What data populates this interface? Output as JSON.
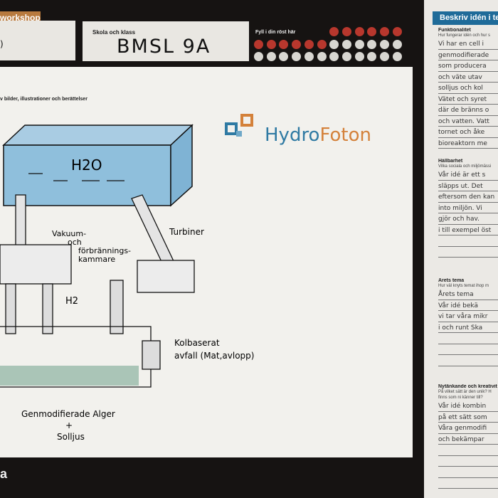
{
  "header": {
    "tag": "workshop",
    "box1_value": ")",
    "school_label": "Skola och klass",
    "school_value": "BMSL  9A",
    "vote_label": "Fyll i din röst här",
    "votes": {
      "rows": [
        [
          null,
          null,
          null,
          null,
          null,
          null,
          1,
          1,
          1,
          1,
          1,
          1
        ],
        [
          1,
          1,
          1,
          1,
          1,
          1,
          0,
          0,
          0,
          0,
          0,
          0
        ],
        [
          0,
          0,
          0,
          0,
          0,
          0,
          0,
          0,
          0,
          0,
          0,
          0
        ]
      ],
      "filled_count": 12,
      "accent": "#b8372d"
    }
  },
  "main": {
    "subtitle": "v bilder, illustrationer och berättelser",
    "logo": {
      "part1": "Hydro",
      "part2": "Foton"
    },
    "drawing": {
      "tank": "H2O",
      "chamber": [
        "Vakuum-",
        "och",
        "förbrännings-",
        "kammare"
      ],
      "turbines": "Turbiner",
      "h2": "H2",
      "waste": [
        "Kolbaserat",
        "avfall (Mat,avlopp)"
      ],
      "algae": [
        "Genmodifierade Alger",
        "+",
        "Solljus"
      ]
    }
  },
  "footer": {
    "brand": "a"
  },
  "right": {
    "title": "Beskriv idén i te",
    "sections": [
      {
        "heading": "Funktionalitet",
        "question": [
          "Hur fungerar idén och hur s"
        ],
        "lines": [
          "Vi har en cell i",
          "genmodifierade",
          "som producera",
          "och väte utav",
          "solljus och kol",
          "Vätet och syret",
          "där de bränns o",
          "och vatten. Vatt",
          "tornet och åke",
          "bioreaktorn me"
        ]
      },
      {
        "heading": "Hållbarhet",
        "question": [
          "Vilka sociala och miljömässi"
        ],
        "lines": [
          "Vår idé är ett s",
          "släpps ut. Det",
          "eftersom den kan",
          "into miljön. Vi",
          "gjör och hav.",
          "i till exempel öst",
          "",
          ""
        ]
      },
      {
        "heading": "Årets tema",
        "question": [
          "Hur väl knyts temat ihop m"
        ],
        "lines": [
          "Årets tema",
          "Vår idé bekä",
          "vi tar våra mikr",
          "i och runt Ska",
          "",
          "",
          ""
        ]
      },
      {
        "heading": "Nytänkande och kreativit",
        "question": [
          "På vilket sätt är den unik? H",
          "finns som ni känner till?"
        ],
        "lines": [
          "Vår idé kombin",
          "på ett sätt som",
          "Våra genmodifi",
          "och bekämpar",
          "",
          "",
          "",
          ""
        ]
      }
    ]
  }
}
